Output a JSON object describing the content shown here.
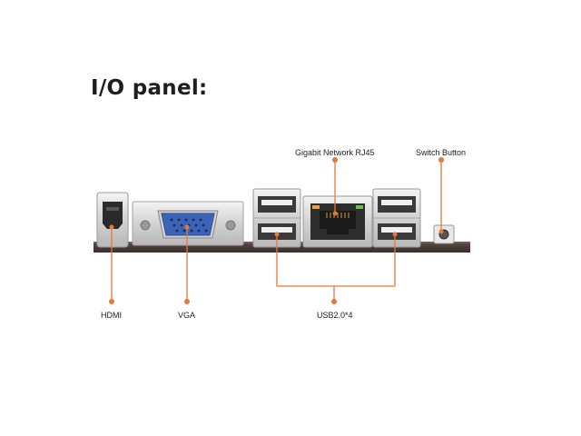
{
  "heading": "I/O panel:",
  "labels": {
    "hdmi": "HDMI",
    "vga": "VGA",
    "usb": "USB2.0*4",
    "network": "Gigabit Network RJ45",
    "switch": "Switch Button"
  },
  "colors": {
    "callout": "#e8773a",
    "board": "#4a3c3a",
    "vga_connector": "#3b63b8",
    "metal": "#d8d8d8"
  }
}
